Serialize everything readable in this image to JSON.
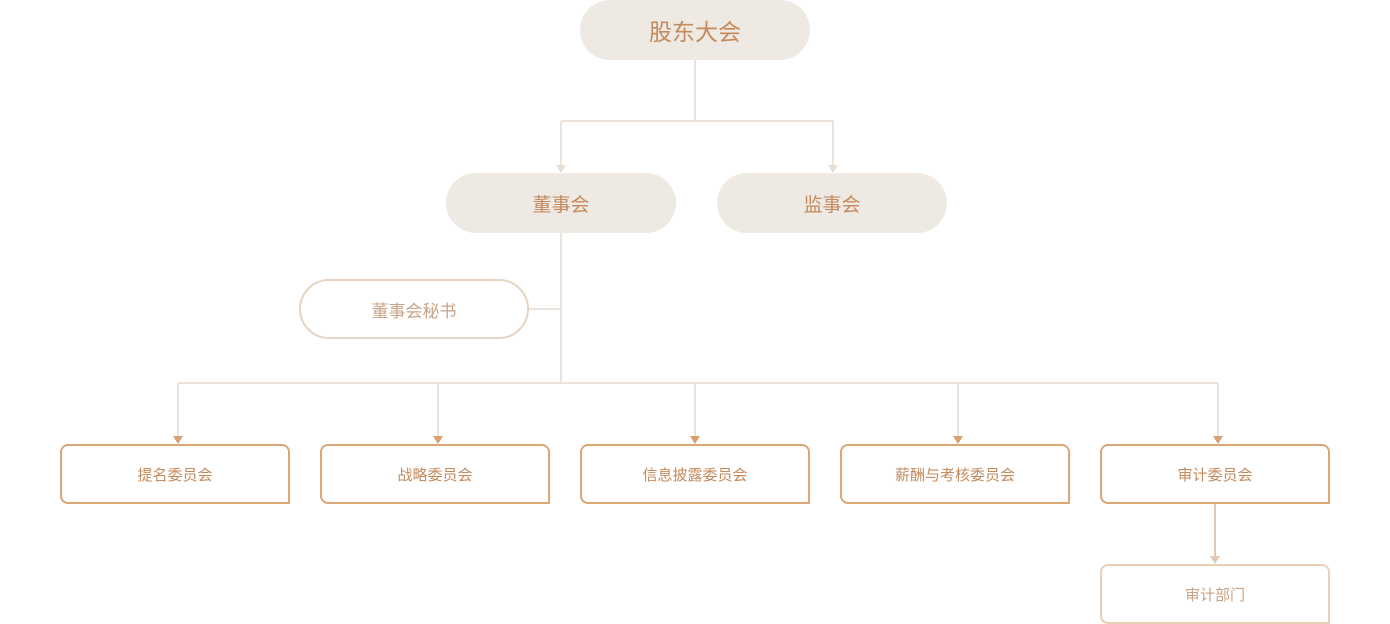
{
  "org_chart": {
    "root": {
      "label": "股东大会"
    },
    "level2": [
      {
        "label": "董事会"
      },
      {
        "label": "监事会"
      }
    ],
    "secretary": {
      "label": "董事会秘书"
    },
    "committees": [
      {
        "label": "提名委员会"
      },
      {
        "label": "战略委员会"
      },
      {
        "label": "信息披露委员会"
      },
      {
        "label": "薪酬与考核委员会"
      },
      {
        "label": "审计委员会"
      }
    ],
    "audit_dept": {
      "label": "审计部门"
    }
  },
  "colors": {
    "fill": "#efe9e3",
    "text_strong": "#c48a5c",
    "text_light": "#c8a488",
    "border_strong": "#dca677",
    "border_light": "#eccfb5",
    "connector_light": "#ede3da",
    "connector_strong": "#e3c9b1",
    "arrow_light": "#e8ded5",
    "arrow_strong": "#d9a06e"
  }
}
